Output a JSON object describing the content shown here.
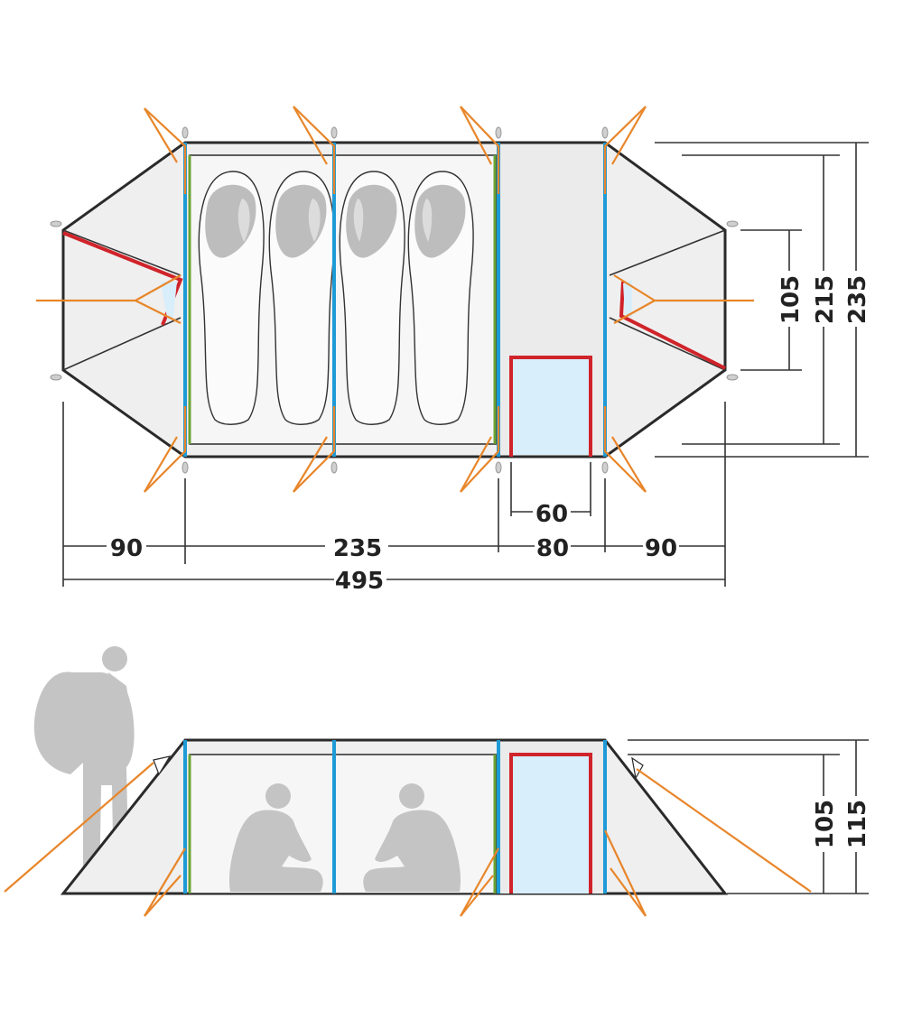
{
  "top_view": {
    "dims_horizontal": {
      "left_vestibule": "90",
      "inner_tent": "235",
      "front_room": "80",
      "right_vestibule": "90",
      "total_length": "495",
      "door_width": "60"
    },
    "dims_vertical": {
      "end_height": "105",
      "inner_width": "215",
      "total_width": "235"
    },
    "sleeping_bags": 4
  },
  "side_view": {
    "dims_vertical": {
      "inner_height": "105",
      "total_height": "115"
    },
    "seated_people": 2
  },
  "colors": {
    "outline": "#2a2a2a",
    "pole": "#1e9ad6",
    "inner_pole": "#6aa437",
    "door_frame": "#d0232a",
    "guy_line": "#e8862a",
    "silhouette": "#c4c4c4",
    "door_mesh": "#d8eefa"
  }
}
